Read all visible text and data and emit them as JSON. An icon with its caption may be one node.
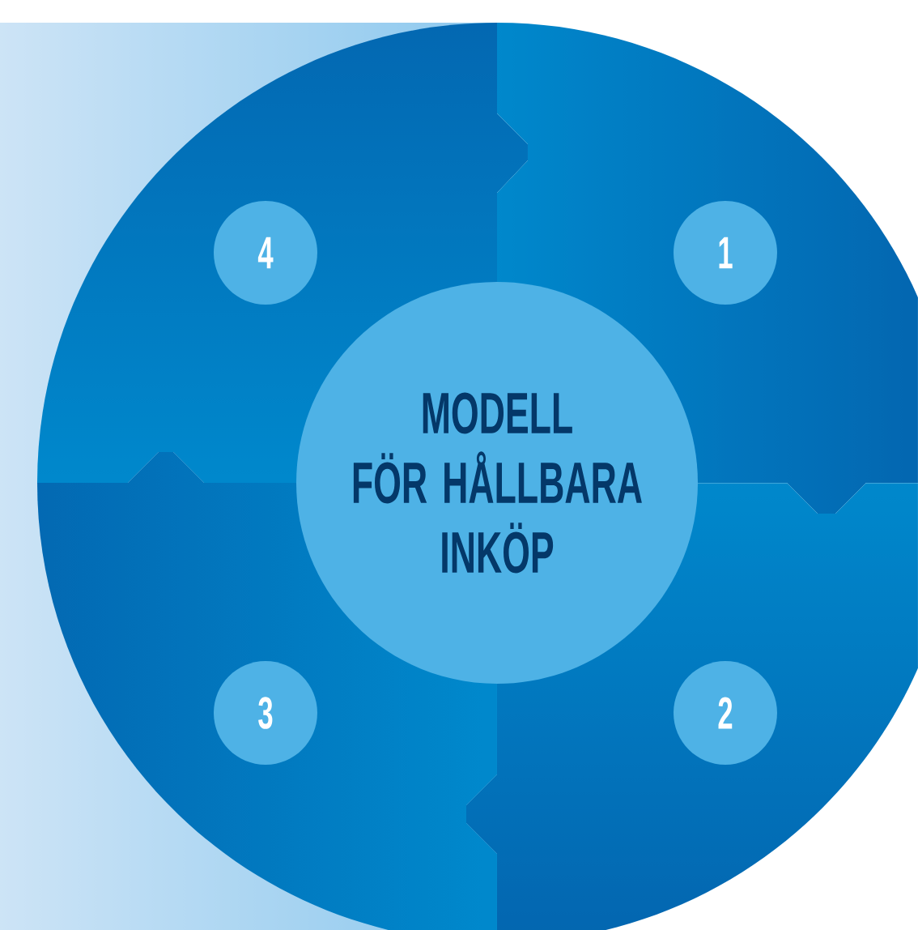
{
  "diagram": {
    "nodes": [
      {
        "text": [
          "4"
        ]
      },
      {
        "text": [
          "1"
        ]
      },
      {
        "text": [
          "MODELL FÖR HÅLLBARA INKÖP"
        ]
      },
      {
        "text": [
          "3"
        ]
      },
      {
        "text": [
          "2"
        ]
      }
    ]
  }
}
